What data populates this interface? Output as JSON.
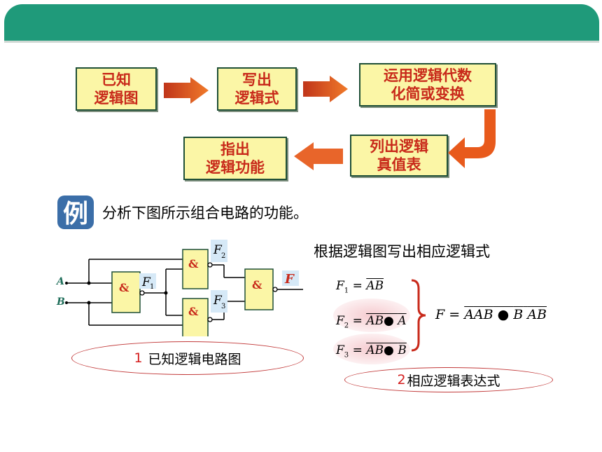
{
  "flow": {
    "step1": "已知\n逻辑图",
    "step2": "写出\n逻辑式",
    "step3": "运用逻辑代数\n化简或变换",
    "step4": "列出逻辑\n真值表",
    "step5": "指出\n逻辑功能"
  },
  "example": {
    "icon_char": "例",
    "text": "分析下图所示组合电路的功能。"
  },
  "circuit": {
    "input_a": "A",
    "input_b": "B",
    "gate_symbol": "&",
    "f1": "F",
    "f1_sub": "1",
    "f2": "F",
    "f2_sub": "2",
    "f3": "F",
    "f3_sub": "3",
    "output": "F"
  },
  "labels": {
    "circuit_num": "1",
    "circuit_text": "已知逻辑电路图",
    "eq_num": "2",
    "eq_text": "相应逻辑表达式"
  },
  "equations": {
    "heading": "根据逻辑图写出相应逻辑式",
    "f1_lhs": "F",
    "f1_sub": "1",
    "f1_rhs": "AB",
    "f2_lhs": "F",
    "f2_sub": "2",
    "f2_rhs_over": "AB",
    "f2_rhs_tail": "A",
    "f3_lhs": "F",
    "f3_sub": "3",
    "f3_rhs_over": "AB",
    "f3_rhs_tail": "B",
    "final_lhs": "F",
    "final_a": "A",
    "final_ab1": "AB",
    "final_b": "B",
    "final_ab2": "AB"
  },
  "colors": {
    "header": "#1f9a7a",
    "step_fill": "#fbf6a6",
    "step_text": "#c8291a",
    "arrow": "#e85a1c",
    "gate_fill": "#fbf6a6",
    "label_box": "#d6e9f7"
  }
}
